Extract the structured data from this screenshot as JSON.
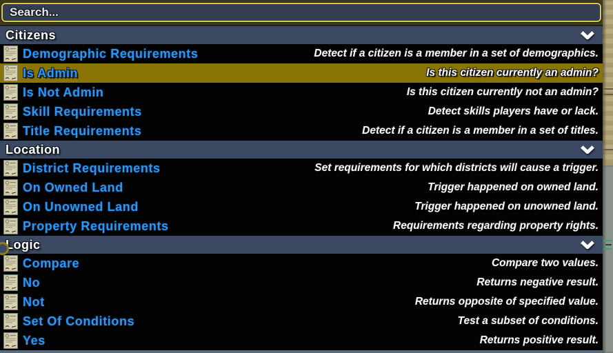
{
  "search": {
    "placeholder": "Search..."
  },
  "colors": {
    "header_bg": "#3b4962",
    "row_bg": "#030303",
    "highlight_bg": "#8a7405",
    "name_blue": "#2d97f5",
    "desc_white": "#fdfdfd",
    "search_border_gold": "#d9c84f",
    "search_fill": "#333e52"
  },
  "icons": {
    "row_icon": "document-icon",
    "header_icon": "chevron-down-icon"
  },
  "sections": [
    {
      "title": "Citizens",
      "items": [
        {
          "name": "Demographic Requirements",
          "desc": "Detect if a citizen is a member in a set of demographics.",
          "highlighted": false
        },
        {
          "name": "Is Admin",
          "desc": "Is this citizen currently an admin?",
          "highlighted": true
        },
        {
          "name": "Is Not Admin",
          "desc": "Is this citizen currently not an admin?",
          "highlighted": false
        },
        {
          "name": "Skill Requirements",
          "desc": "Detect skills players have or lack.",
          "highlighted": false
        },
        {
          "name": "Title Requirements",
          "desc": "Detect if a citizen is a member in a set of titles.",
          "highlighted": false
        }
      ]
    },
    {
      "title": "Location",
      "items": [
        {
          "name": "District Requirements",
          "desc": "Set requirements for which districts will cause a trigger.",
          "highlighted": false
        },
        {
          "name": "On Owned Land",
          "desc": "Trigger happened on owned land.",
          "highlighted": false
        },
        {
          "name": "On Unowned Land",
          "desc": "Trigger happened on unowned land.",
          "highlighted": false
        },
        {
          "name": "Property Requirements",
          "desc": "Requirements regarding property rights.",
          "highlighted": false
        }
      ]
    },
    {
      "title": "Logic",
      "items": [
        {
          "name": "Compare",
          "desc": "Compare two values.",
          "highlighted": false
        },
        {
          "name": "No",
          "desc": "Returns negative result.",
          "highlighted": false
        },
        {
          "name": "Not",
          "desc": "Returns opposite of specified value.",
          "highlighted": false
        },
        {
          "name": "Set Of Conditions",
          "desc": "Test a subset of conditions.",
          "highlighted": false
        },
        {
          "name": "Yes",
          "desc": "Returns positive result.",
          "highlighted": false
        }
      ]
    }
  ]
}
